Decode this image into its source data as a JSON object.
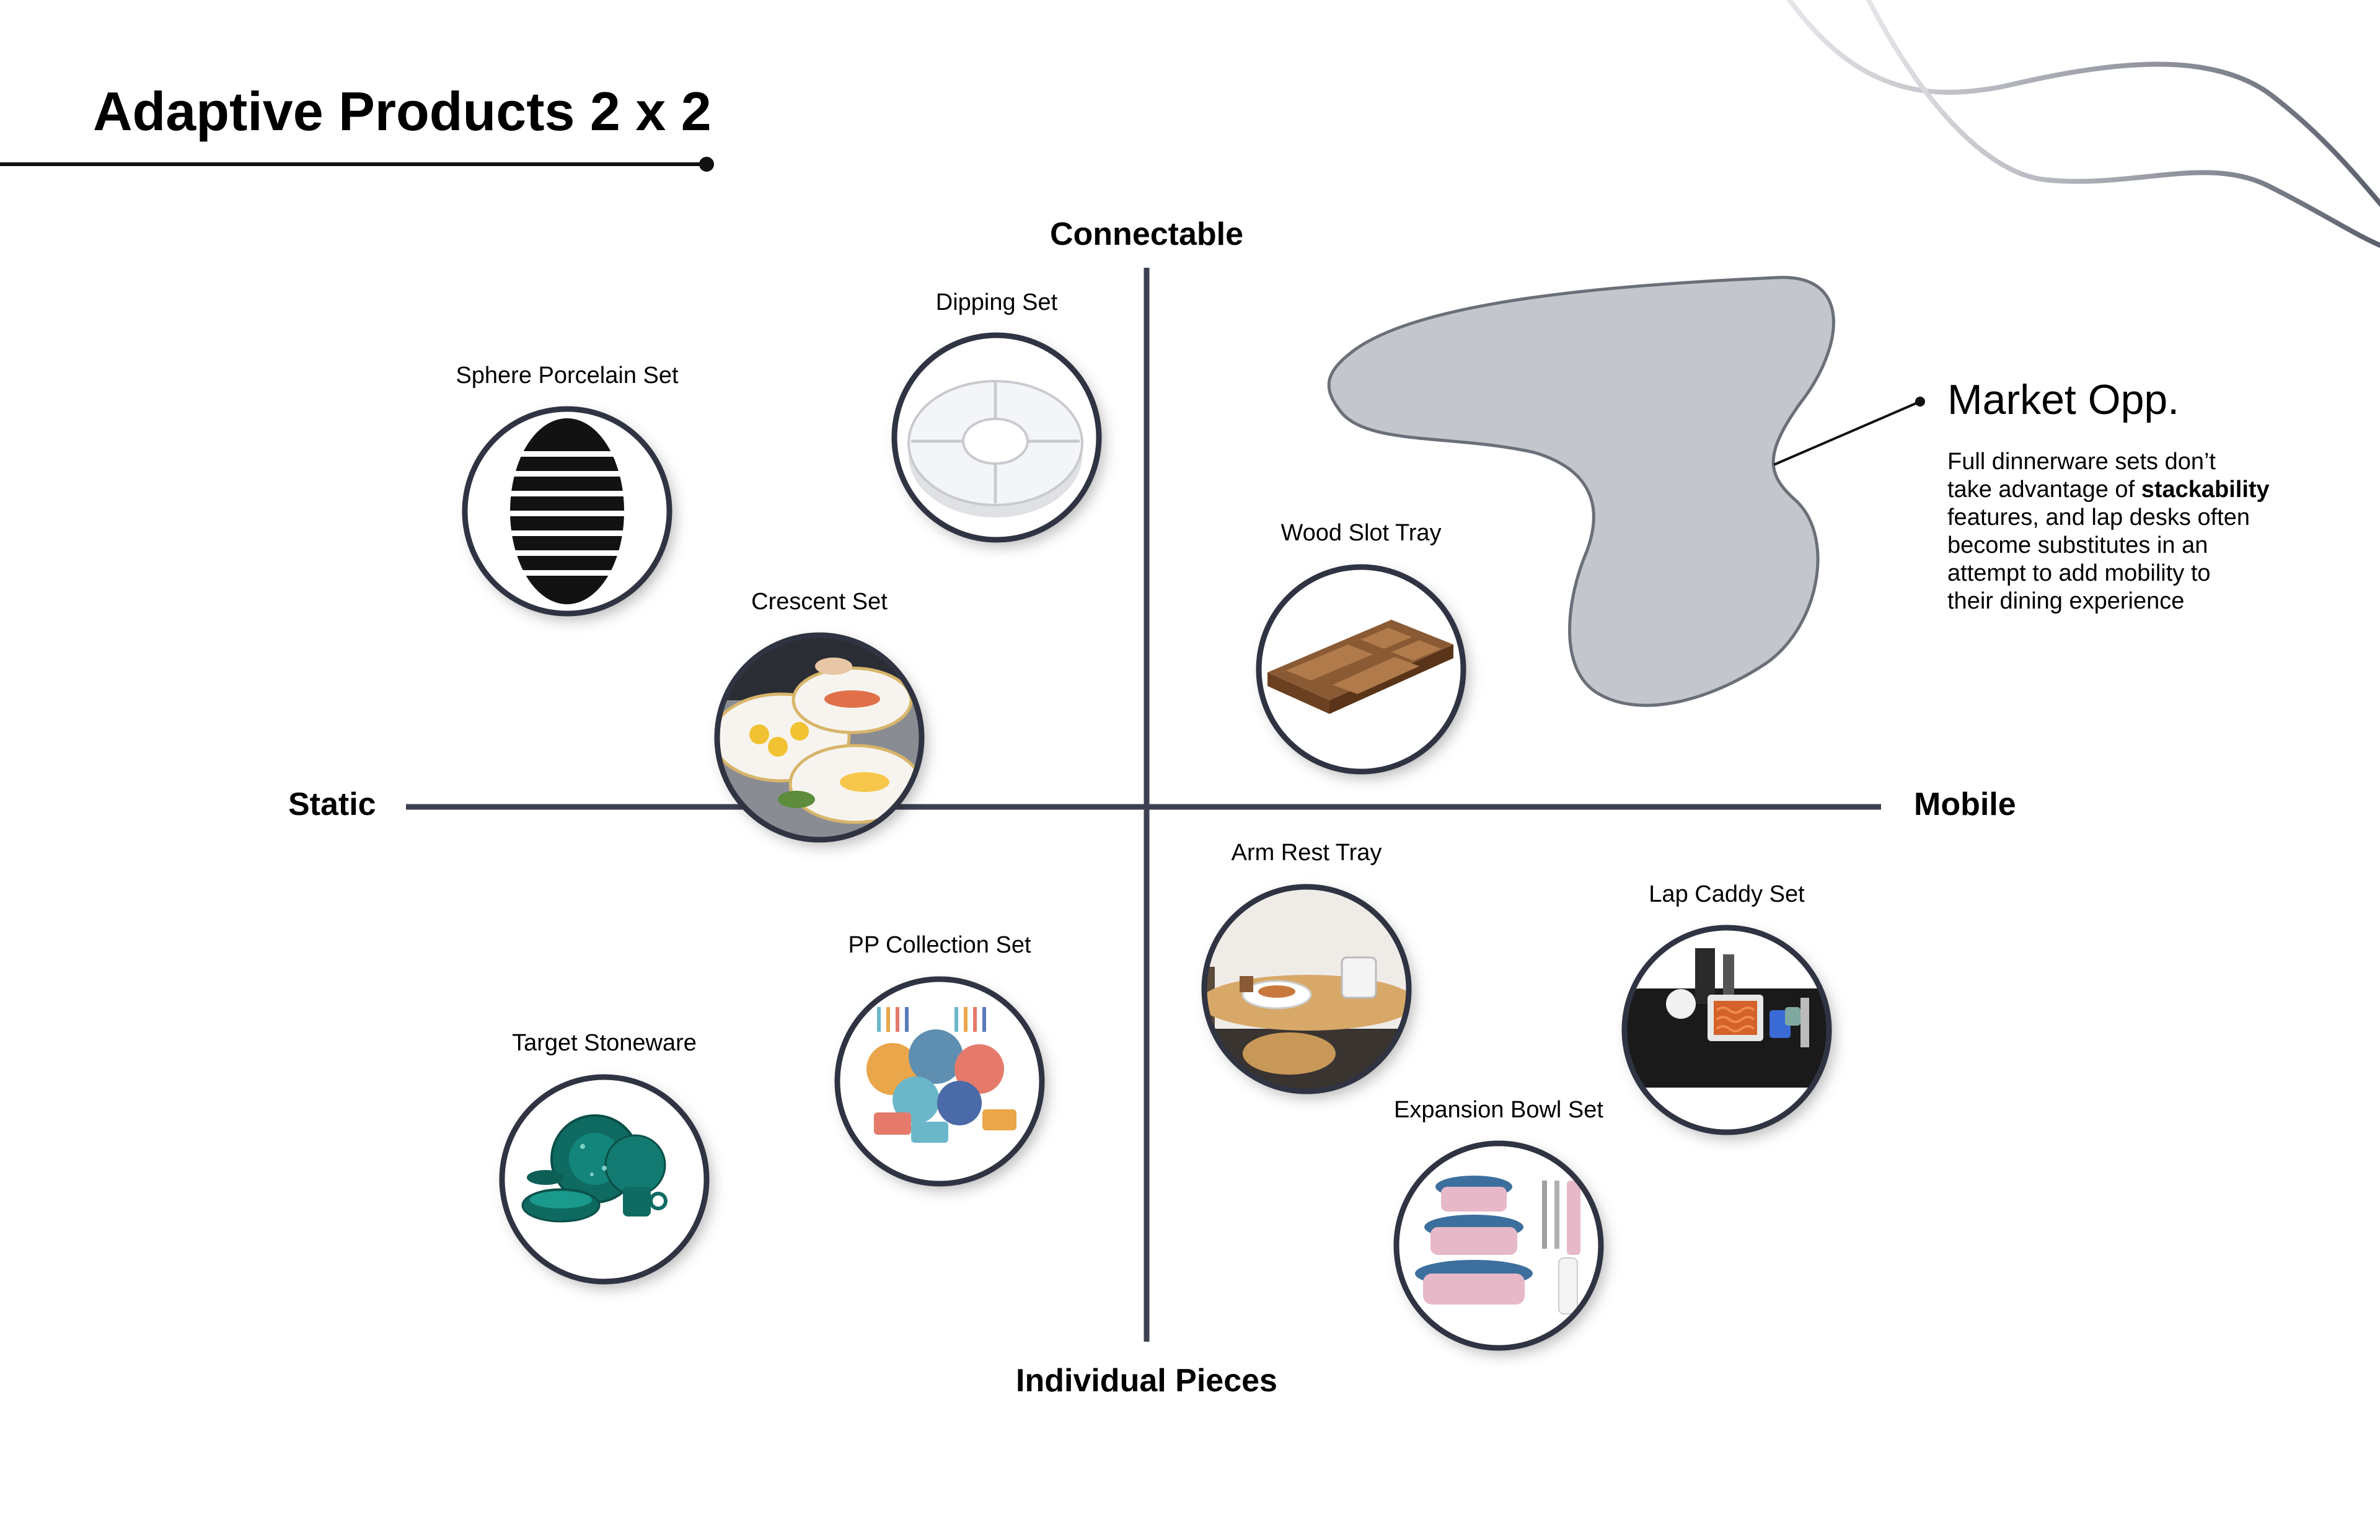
{
  "title": "Adaptive Products 2 x 2",
  "axes": {
    "top": "Connectable",
    "bottom": "Individual Pieces",
    "left": "Static",
    "right": "Mobile"
  },
  "products": [
    {
      "name": "Sphere Porcelain Set",
      "icon": "stacked-black-bowls-icon"
    },
    {
      "name": "Dipping Set",
      "icon": "divided-white-platter-icon"
    },
    {
      "name": "Crescent Set",
      "icon": "crescent-plates-photo-icon"
    },
    {
      "name": "Wood Slot Tray",
      "icon": "wooden-tray-icon"
    },
    {
      "name": "Arm Rest Tray",
      "icon": "armrest-tray-icon"
    },
    {
      "name": "Lap Caddy Set",
      "icon": "lap-caddy-icon"
    },
    {
      "name": "PP Collection Set",
      "icon": "colorful-dinnerware-icon"
    },
    {
      "name": "Target Stoneware",
      "icon": "teal-stoneware-icon"
    },
    {
      "name": "Expansion Bowl Set",
      "icon": "collapsible-bowls-icon"
    }
  ],
  "market_opportunity": {
    "title": "Market Opp.",
    "line1": "Full dinnerware sets don’t",
    "line2_pre": "take advantage of ",
    "line2_bold": "stackability",
    "line3": "features, and lap desks often",
    "line4": "become substitutes in an",
    "line5": "attempt to add mobility to",
    "line6": "their dining experience"
  },
  "colors": {
    "axis": "#3c4050",
    "blob_fill": "#c3c6cb",
    "blob_stroke": "#6b6f78",
    "circle_stroke": "#2f3342",
    "text": "#111111"
  }
}
